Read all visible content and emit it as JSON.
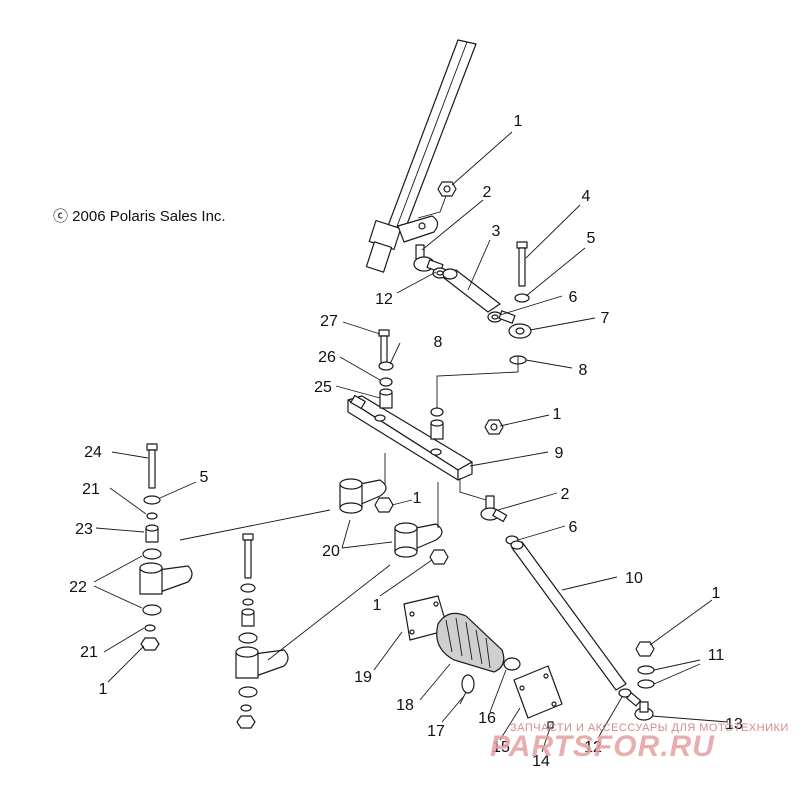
{
  "copyright": "ⓒ 2006 Polaris Sales Inc.",
  "watermark": {
    "tagline": "ЗАПЧАСТИ И АКСЕССУАРЫ ДЛЯ МОТОТЕХНИКИ",
    "brand": "PARTSFOR.RU"
  },
  "callouts": [
    {
      "id": "c1a",
      "label": "1"
    },
    {
      "id": "c2a",
      "label": "2"
    },
    {
      "id": "c3",
      "label": "3"
    },
    {
      "id": "c4",
      "label": "4"
    },
    {
      "id": "c5a",
      "label": "5"
    },
    {
      "id": "c6a",
      "label": "6"
    },
    {
      "id": "c7",
      "label": "7"
    },
    {
      "id": "c8a",
      "label": "8"
    },
    {
      "id": "c8b",
      "label": "8"
    },
    {
      "id": "c12a",
      "label": "12"
    },
    {
      "id": "c27",
      "label": "27"
    },
    {
      "id": "c26",
      "label": "26"
    },
    {
      "id": "c25",
      "label": "25"
    },
    {
      "id": "c1b",
      "label": "1"
    },
    {
      "id": "c9",
      "label": "9"
    },
    {
      "id": "c2b",
      "label": "2"
    },
    {
      "id": "c6b",
      "label": "6"
    },
    {
      "id": "c10",
      "label": "10"
    },
    {
      "id": "c24",
      "label": "24"
    },
    {
      "id": "c5b",
      "label": "5"
    },
    {
      "id": "c21a",
      "label": "21"
    },
    {
      "id": "c1c",
      "label": "1"
    },
    {
      "id": "c23",
      "label": "23"
    },
    {
      "id": "c20",
      "label": "20"
    },
    {
      "id": "c22",
      "label": "22"
    },
    {
      "id": "c1d",
      "label": "1"
    },
    {
      "id": "c21b",
      "label": "21"
    },
    {
      "id": "c1e",
      "label": "1"
    },
    {
      "id": "c19",
      "label": "19"
    },
    {
      "id": "c18",
      "label": "18"
    },
    {
      "id": "c17",
      "label": "17"
    },
    {
      "id": "c16",
      "label": "16"
    },
    {
      "id": "c15",
      "label": "15"
    },
    {
      "id": "c14",
      "label": "14"
    },
    {
      "id": "c1f",
      "label": "1"
    },
    {
      "id": "c11",
      "label": "11"
    },
    {
      "id": "c13",
      "label": "13"
    },
    {
      "id": "c12b",
      "label": "12"
    }
  ]
}
